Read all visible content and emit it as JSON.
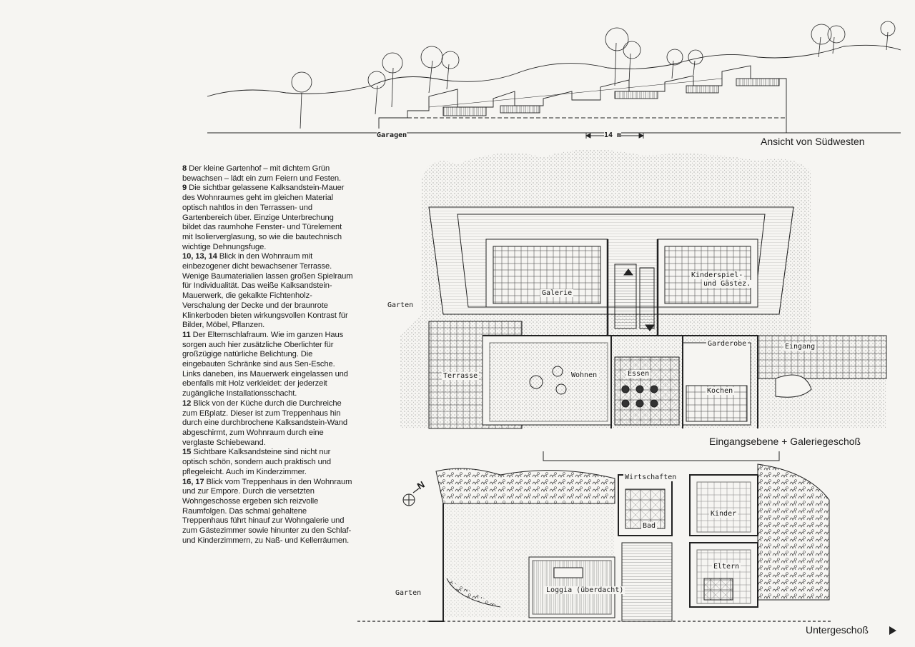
{
  "elevation": {
    "title": "Ansicht von Südwesten",
    "garagen": "Garagen",
    "scale": "14 m"
  },
  "plan_upper": {
    "title": "Eingangsebene + Galeriegeschoß",
    "rooms": {
      "galerie": "Galerie",
      "kinderspiel": "Kinderspiel-",
      "gaeste": "und Gästez.",
      "garderobe": "Garderobe",
      "eingang": "Eingang",
      "terrasse": "Terrasse",
      "wohnen": "Wohnen",
      "essen": "Essen",
      "kochen": "Kochen",
      "garten": "Garten"
    }
  },
  "plan_lower": {
    "title": "Untergeschoß",
    "rooms": {
      "wirtschaften": "Wirtschaften",
      "bad": "Bad",
      "kinder": "Kinder",
      "eltern": "Eltern",
      "loggia": "Loggia (überdacht)",
      "garten": "Garten"
    },
    "north": "N"
  },
  "captions": [
    {
      "num": "8",
      "text": "Der kleine Gartenhof – mit dichtem Grün bewachsen – lädt ein zum Feiern und Festen."
    },
    {
      "num": "9",
      "text": "Die sichtbar gelassene Kalksandstein-Mauer des Wohnraumes geht im gleichen Material optisch nahtlos in den Terrassen- und Gartenbereich über. Einzige Unterbrechung bildet das raumhohe Fenster- und Türelement mit Isolierverglasung, so wie die bautechnisch wichtige Dehnungsfuge."
    },
    {
      "num": "10, 13, 14",
      "text": "Blick in den Wohnraum mit einbezogener dicht bewachsener Terrasse. Wenige Baumaterialien lassen großen Spielraum für Individualität. Das weiße Kalksandstein-Mauerwerk, die gekalkte Fichtenholz-Verschalung der Decke und der braunrote Klinkerboden bieten wirkungsvollen Kontrast für Bilder, Möbel, Pflanzen."
    },
    {
      "num": "11",
      "text": "Der Elternschlafraum. Wie im ganzen Haus sorgen auch hier zusätzliche Oberlichter für großzügige natürliche Belichtung. Die eingebauten Schränke sind aus Sen-Esche. Links daneben, ins Mauerwerk eingelassen und ebenfalls mit Holz verkleidet: der jederzeit zugängliche Installationsschacht."
    },
    {
      "num": "12",
      "text": "Blick von der Küche durch die Durchreiche zum Eßplatz. Dieser ist zum Treppenhaus hin durch eine durchbrochene Kalksandstein-Wand abgeschirmt, zum Wohnraum durch eine verglaste Schiebewand."
    },
    {
      "num": "15",
      "text": "Sichtbare Kalksandsteine sind nicht nur optisch schön, sondern auch praktisch und pflegeleicht. Auch im Kinderzimmer."
    },
    {
      "num": "16, 17",
      "text": "Blick vom Treppenhaus in den Wohnraum und zur Empore. Durch die versetzten Wohngeschosse ergeben sich reizvolle Raumfolgen. Das schmal gehaltene Treppenhaus führt hinauf zur Wohngalerie und zum Gästezimmer sowie hinunter zu den Schlaf- und Kinderzimmern, zu Naß- und Kellerräumen."
    }
  ]
}
